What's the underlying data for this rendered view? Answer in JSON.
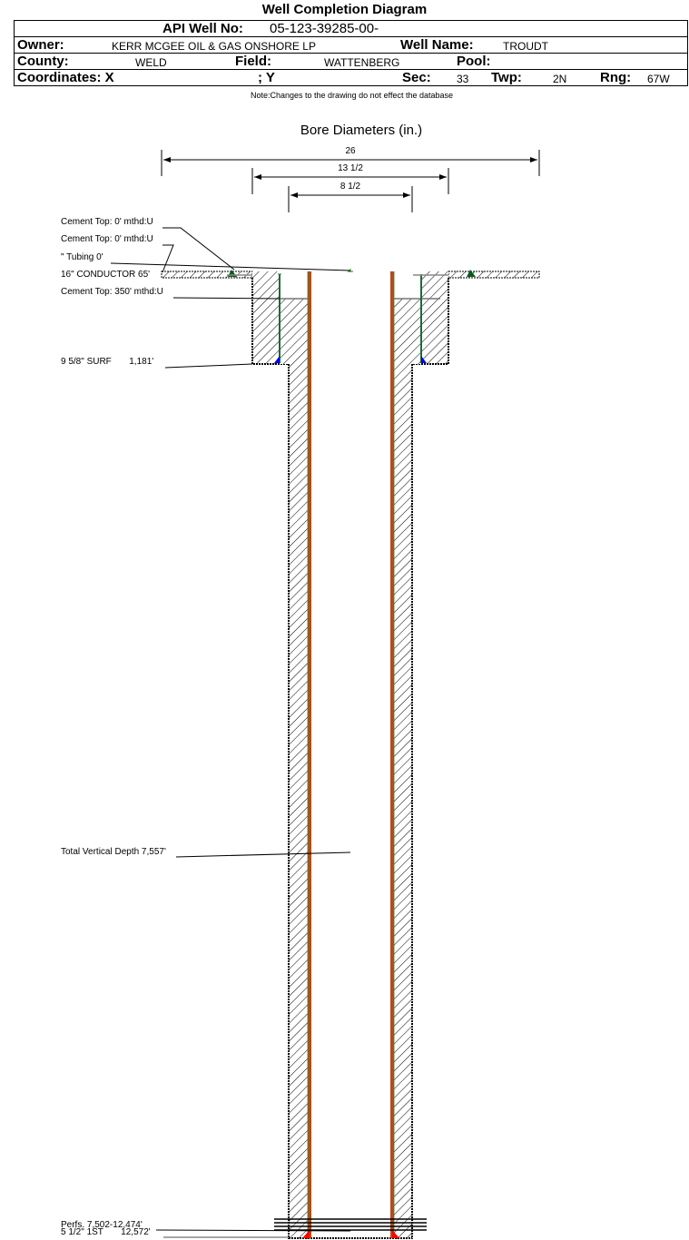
{
  "header": {
    "title": "Well Completion Diagram",
    "api_label": "API Well No:",
    "api_value": "05-123-39285-00-",
    "owner_label": "Owner:",
    "owner_value": "KERR MCGEE OIL & GAS ONSHORE LP",
    "well_name_label": "Well Name:",
    "well_name_value": "TROUDT",
    "county_label": "County:",
    "county_value": "WELD",
    "field_label": "Field:",
    "field_value": "WATTENBERG",
    "pool_label": "Pool:",
    "pool_value": "",
    "coords_label": "Coordinates: X",
    "coords_y_label": "; Y",
    "sec_label": "Sec:",
    "sec_value": "33",
    "twp_label": "Twp:",
    "twp_value": "2N",
    "rng_label": "Rng:",
    "rng_value": "67W",
    "note": "Note:Changes to the drawing do not effect the database"
  },
  "diagram": {
    "bore_title": "Bore Diameters (in.)",
    "bore_diameters": [
      "26",
      "13 1/2",
      "8 1/2"
    ],
    "annotations": {
      "cement_top_1": "Cement Top: 0' mthd:U",
      "cement_top_2": "Cement Top: 0' mthd:U",
      "tubing": "\" Tubing 0'",
      "conductor": "16\" CONDUCTOR  65'",
      "cement_top_3": "Cement Top: 350' mthd:U",
      "surface_casing": "9 5/8\" SURF       1,181'",
      "tvd": "Total Vertical Depth 7,557'",
      "perfs": "Perfs. 7,502-12,474'",
      "production_casing": "5 1/2\" 1ST       12,572'"
    },
    "colors": {
      "conductor_casing": "#000000",
      "surface_casing": "#1a6b3a",
      "production_casing": "#e01b00",
      "production_casing_outline": "#2e8b2e",
      "surface_shoe": "#0000ff",
      "production_shoe": "#ff0000",
      "cement_hatch": "#000000"
    }
  }
}
